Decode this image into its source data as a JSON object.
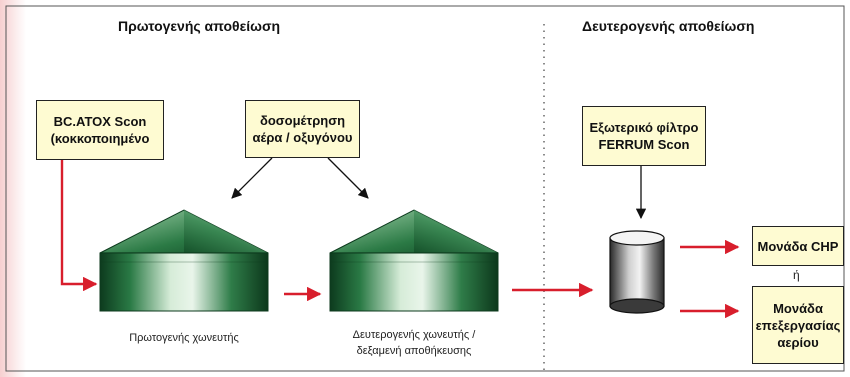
{
  "headings": {
    "primary": "Πρωτογενής αποθείωση",
    "secondary": "Δευτερογενής αποθείωση"
  },
  "boxes": {
    "bcatox": {
      "line1": "BC.ATOX Scon",
      "line2": "(κοκκοποιημένο"
    },
    "dosing": {
      "line1": "δοσομέτρηση",
      "line2": "αέρα / οξυγόνου"
    },
    "filter": {
      "line1": "Εξωτερικό φίλτρο",
      "line2": "FERRUM Scon"
    },
    "chp": {
      "line1": "Μονάδα CHP"
    },
    "gas": {
      "line1": "Μονάδα",
      "line2": "επεξεργασίας",
      "line3": "αερίου"
    }
  },
  "or_label": "ή",
  "captions": {
    "primary_digester": "Πρωτογενής χωνευτής",
    "secondary_line1": "Δευτερογενής χωνευτής /",
    "secondary_line2": "δεξαμενή αποθήκευσης"
  },
  "colors": {
    "box_fill": "#fefbd2",
    "flow_arrow": "#d81e2c",
    "border": "#222222",
    "digester_green": "#1f6b3a",
    "left_accent": "#f9d7d7"
  },
  "icons": [
    "biogas-digester-icon",
    "filter-cylinder-icon"
  ]
}
